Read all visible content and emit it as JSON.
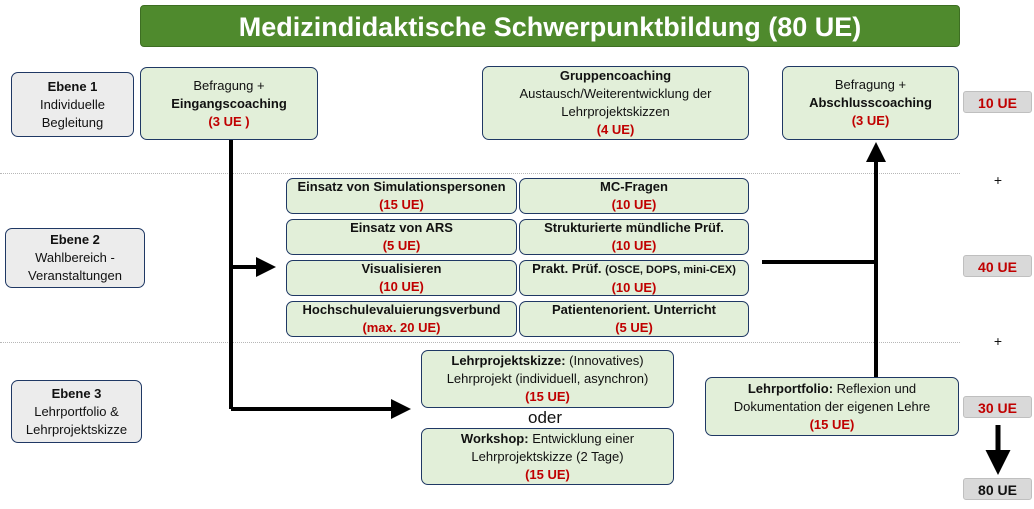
{
  "title": "Medizindidaktische Schwerpunktbildung (80 UE)",
  "levels": [
    {
      "name": "Ebene 1",
      "desc1": "Individuelle",
      "desc2": "Begleitung"
    },
    {
      "name": "Ebene 2",
      "desc1": "Wahlbereich -",
      "desc2": "Veranstaltungen"
    },
    {
      "name": "Ebene 3",
      "desc1": "Lehrportfolio &",
      "desc2": "Lehrprojektskizze"
    }
  ],
  "ebene1": {
    "eingang": {
      "line1": "Befragung +",
      "line2": "Eingangscoaching",
      "ue": "(3 UE )"
    },
    "gruppe": {
      "line1": "Gruppencoaching",
      "line2": "Austausch/Weiterentwicklung der",
      "line3": "Lehrprojektskizzen",
      "ue": "(4 UE)"
    },
    "abschluss": {
      "line1": "Befragung +",
      "line2": "Abschlusscoaching",
      "ue": "(3 UE)"
    }
  },
  "ebene2": [
    {
      "label": "Einsatz von Simulationspersonen",
      "ue": "(15 UE)"
    },
    {
      "label": "MC-Fragen",
      "ue": "(10 UE)"
    },
    {
      "label": "Einsatz von ARS",
      "ue": "(5 UE)"
    },
    {
      "label": "Strukturierte mündliche Prüf.",
      "ue": "(10 UE)"
    },
    {
      "label": "Visualisieren",
      "ue": "(10 UE)"
    },
    {
      "label": "Prakt. Prüf.",
      "label_small": "(OSCE, DOPS, mini-CEX)",
      "ue": "(10 UE)"
    },
    {
      "label": "Hochschulevaluierungsverbund",
      "ue": "(max. 20 UE)"
    },
    {
      "label": "Patientenorient. Unterricht",
      "ue": "(5 UE)"
    }
  ],
  "ebene3": {
    "skizze": {
      "bold": "Lehrprojektskizze:",
      "rest": " (Innovatives)",
      "line2": "Lehrprojekt (individuell, asynchron)",
      "ue": "(15 UE)"
    },
    "oder": "oder",
    "workshop": {
      "bold": "Workshop:",
      "rest": " Entwicklung einer",
      "line2": "Lehrprojektskizze (2 Tage)",
      "ue": "(15 UE)"
    },
    "portfolio": {
      "bold": "Lehrportfolio:",
      "rest": " Reflexion und",
      "line2": "Dokumentation der eigenen Lehre",
      "ue": "(15 UE)"
    }
  },
  "totals": {
    "t1": "10 UE",
    "plus1": "+",
    "t2": "40 UE",
    "plus2": "+",
    "t3": "30 UE",
    "total": "80 UE"
  }
}
